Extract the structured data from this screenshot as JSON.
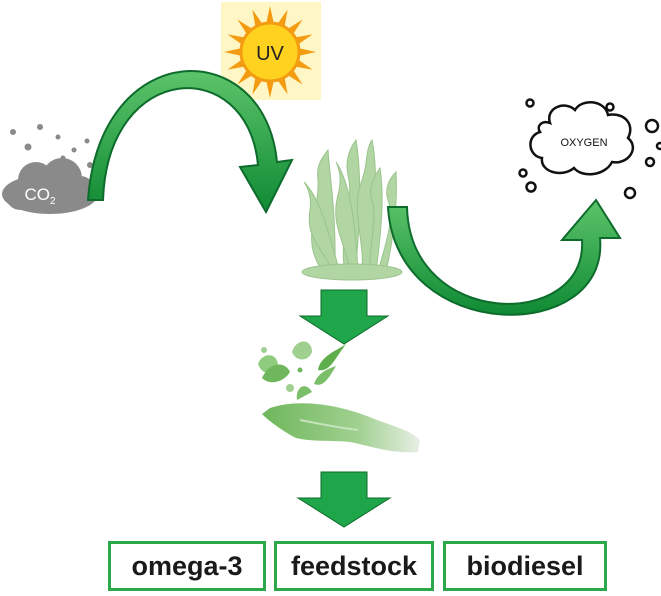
{
  "labels": {
    "uv": "UV",
    "co2_main": "CO",
    "co2_sub": "2",
    "oxygen": "OXYGEN"
  },
  "products": [
    "omega-3",
    "feedstock",
    "biodiesel"
  ],
  "icons": {
    "sun": "sun-icon",
    "co2_cloud": "co2-cloud-icon",
    "oxygen_cloud": "oxygen-cloud-icon",
    "algae": "seaweed-icon",
    "hand": "hand-splash-icon"
  },
  "colors": {
    "arrow_fill": "#1fa64a",
    "arrow_dark": "#0d6b2c",
    "box_border": "#2aa84a",
    "sun_ray": "#f39c12",
    "sun_core": "#ffd21f",
    "sun_bg": "#fff6c6",
    "co2_cloud": "#8a8a8a",
    "algae": "#9cc98e"
  }
}
